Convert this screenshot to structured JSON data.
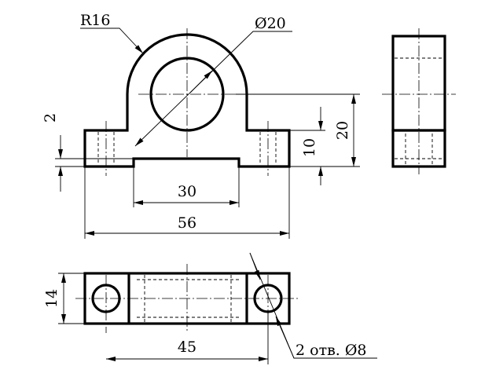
{
  "labels": {
    "radius": "R16",
    "bore_diameter": "Ø20",
    "step_height": "2",
    "slot_width": "30",
    "overall_width": "56",
    "flange_height": "10",
    "axis_height": "20",
    "depth": "14",
    "hole_spacing": "45",
    "holes_note": "2 отв. Ø8"
  },
  "colors": {
    "line": "#000000",
    "background": "#ffffff"
  }
}
